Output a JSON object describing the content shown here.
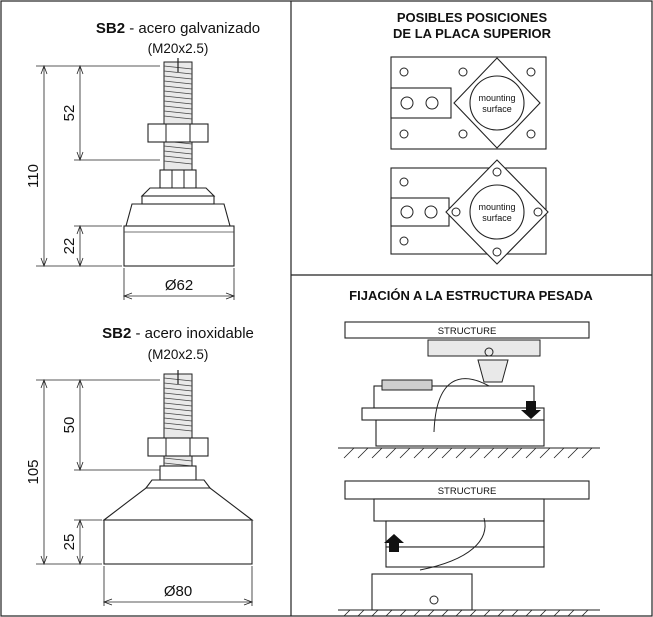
{
  "left_top": {
    "model": "SB2",
    "material": " - acero galvanizado",
    "thread": "(M20x2.5)",
    "dim_total": "110",
    "dim_thread": "52",
    "dim_base": "22",
    "dim_diameter": "Ø62"
  },
  "left_bottom": {
    "model": "SB2",
    "material": " - acero inoxidable",
    "thread": "(M20x2.5)",
    "dim_total": "105",
    "dim_thread": "50",
    "dim_base": "25",
    "dim_diameter": "Ø80"
  },
  "right_top": {
    "title_line1": "POSIBLES POSICIONES",
    "title_line2": "DE LA PLACA SUPERIOR",
    "plate1_label_1": "mounting",
    "plate1_label_2": "surface",
    "plate2_label_1": "mounting",
    "plate2_label_2": "surface"
  },
  "right_bottom": {
    "title": "FIJACIÓN A LA ESTRUCTURA PESADA",
    "structure_top": "STRUCTURE",
    "structure_bottom": "STRUCTURE"
  }
}
